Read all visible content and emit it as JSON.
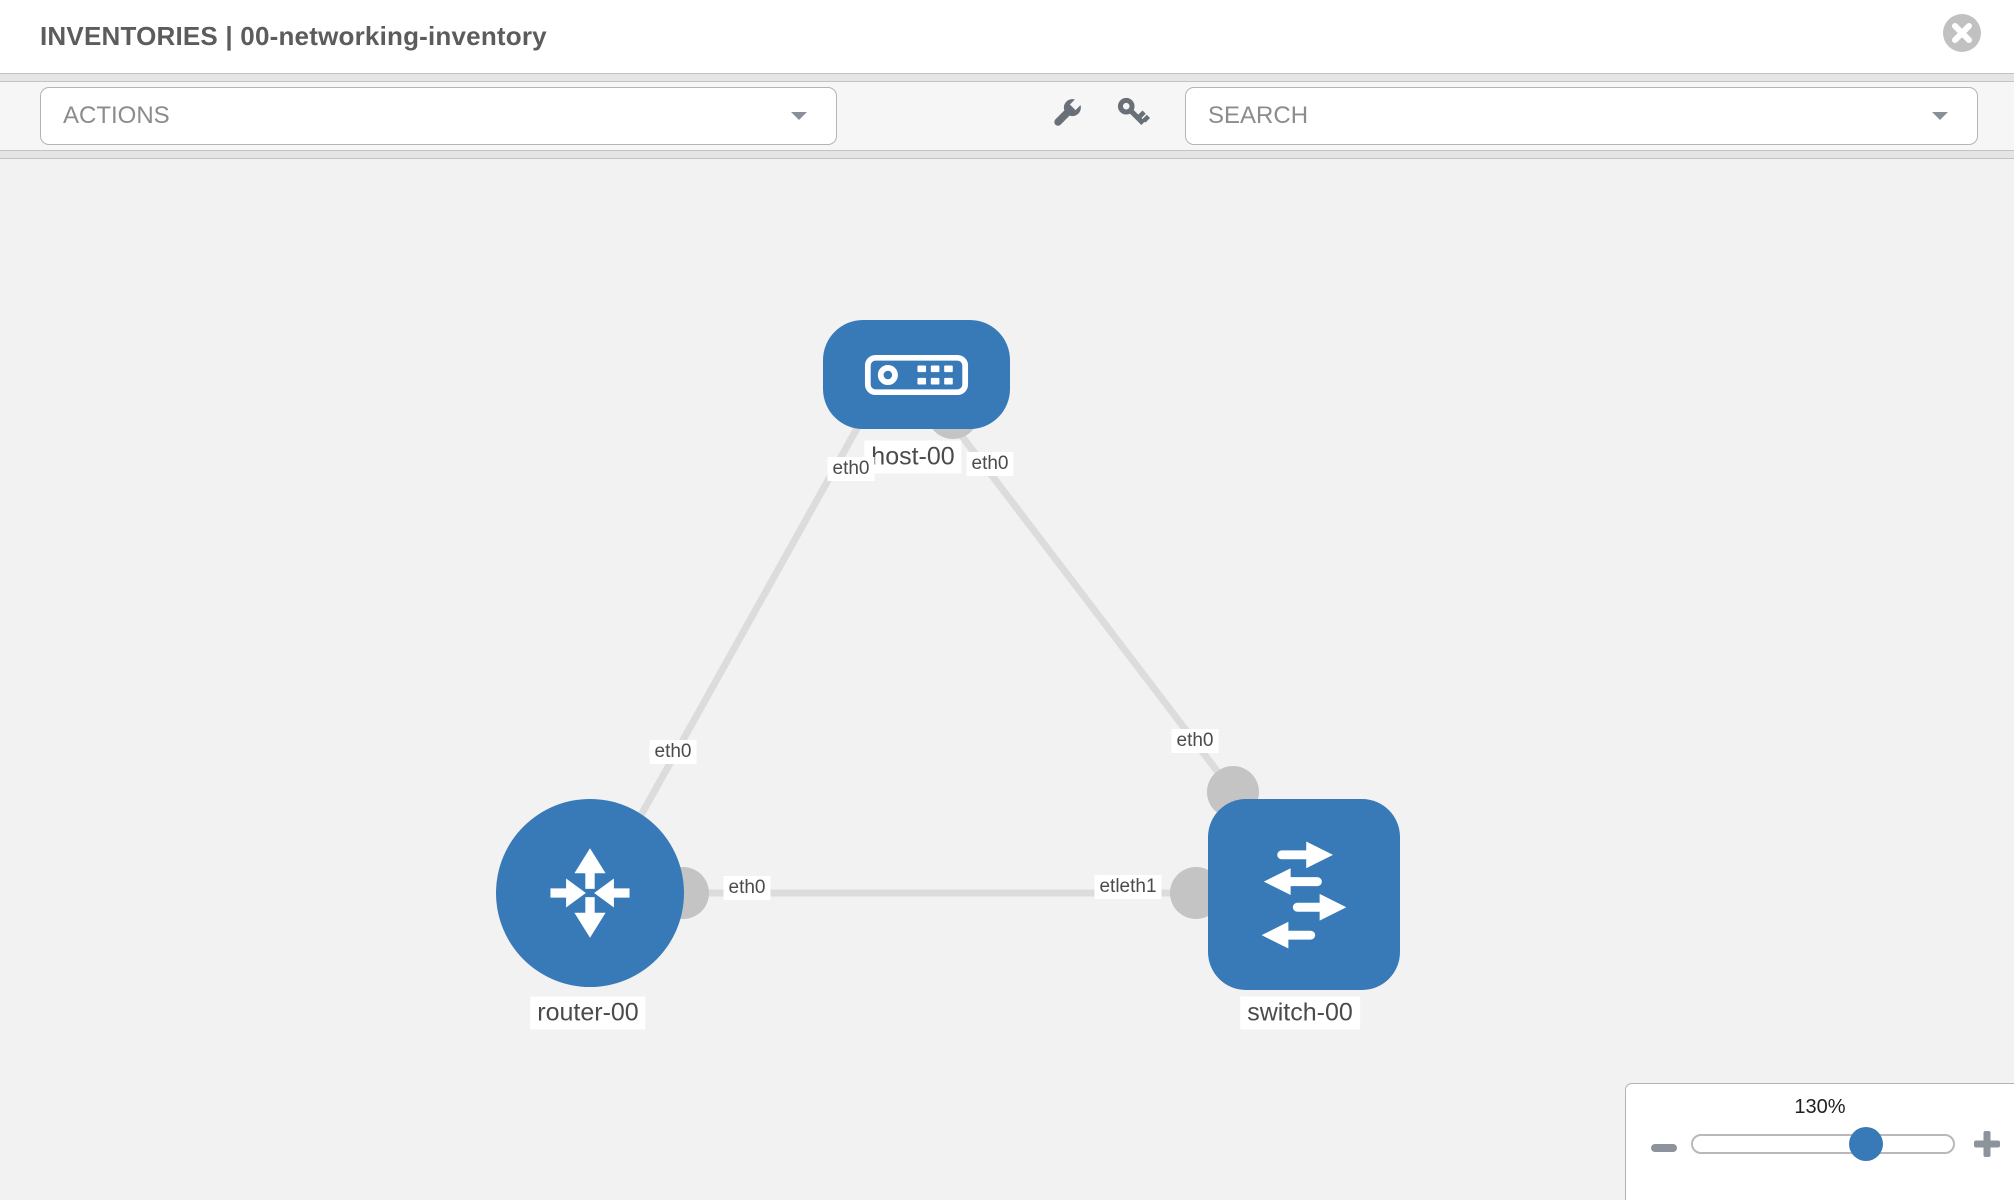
{
  "header": {
    "title": "INVENTORIES | 00-networking-inventory"
  },
  "toolbar": {
    "actions_placeholder": "ACTIONS",
    "search_placeholder": "SEARCH"
  },
  "icons": {
    "close": "circle-x",
    "tools": "wrench",
    "credentials": "key",
    "dropdown_caret": "triangle-down",
    "zoom_out": "minus",
    "zoom_in": "plus"
  },
  "diagram": {
    "nodes": [
      {
        "id": "host-00",
        "label": "host-00",
        "type": "host",
        "shape": "rounded-rect"
      },
      {
        "id": "router-00",
        "label": "router-00",
        "type": "router",
        "shape": "circle"
      },
      {
        "id": "switch-00",
        "label": "switch-00",
        "type": "switch",
        "shape": "rounded-square"
      }
    ],
    "links": [
      {
        "from": "host-00",
        "to": "router-00",
        "from_label": "eth0",
        "to_label": "eth0"
      },
      {
        "from": "host-00",
        "to": "switch-00",
        "from_label": "eth0",
        "to_label": "eth0"
      },
      {
        "from": "router-00",
        "to": "switch-00",
        "from_label": "eth0",
        "to_label": "etleth1"
      }
    ],
    "colors": {
      "node_fill": "#377ab7",
      "link": "#dcdcdc",
      "connector": "#c4c4c4",
      "canvas_bg": "#f2f2f2"
    }
  },
  "zoom_control": {
    "level": "130%",
    "slider_percent": 64
  }
}
